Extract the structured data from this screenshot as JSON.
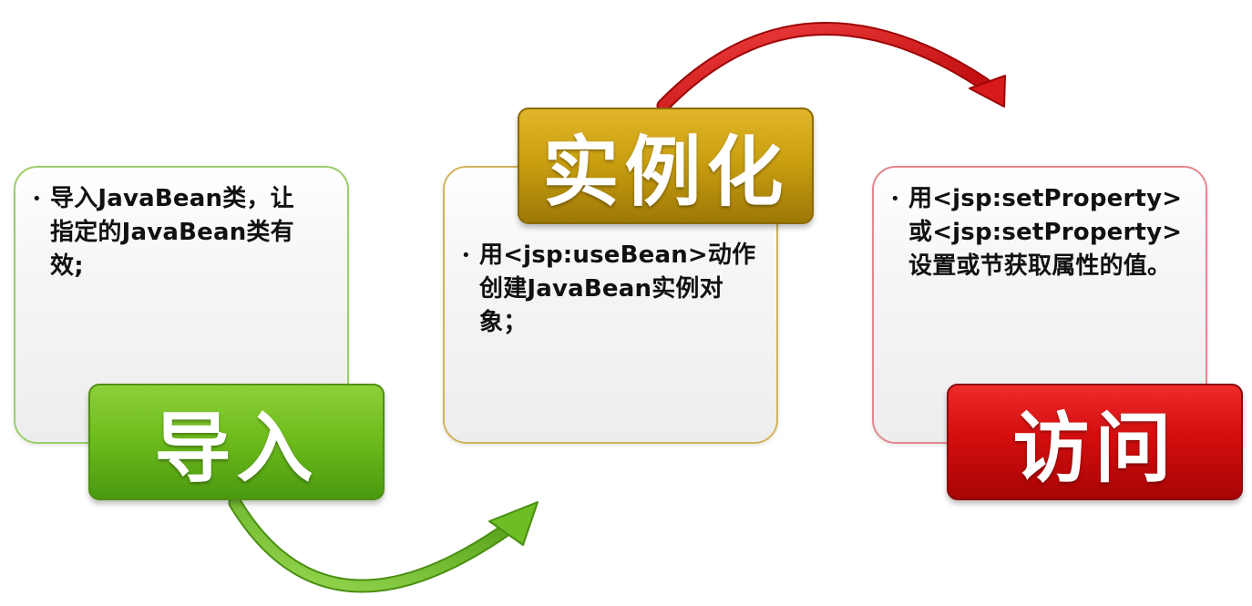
{
  "steps": [
    {
      "title": "导入",
      "text": "导入JavaBean类，让\n指定的JavaBean类有\n效;",
      "color": "#6fbd1c"
    },
    {
      "title": "实例化",
      "text": "用<jsp:useBean>动作\n创建JavaBean实例对\n象；",
      "color": "#caa010"
    },
    {
      "title": "访问",
      "text": "用<jsp:setProperty>\n或<jsp:setProperty>\n设置或节获取属性的值。",
      "color": "#d40e0e"
    }
  ],
  "arrows": [
    {
      "from": "导入",
      "to": "实例化",
      "color": "#7ec832"
    },
    {
      "from": "实例化",
      "to": "访问",
      "color": "#e11b1b"
    }
  ],
  "bullet_symbol": "•"
}
